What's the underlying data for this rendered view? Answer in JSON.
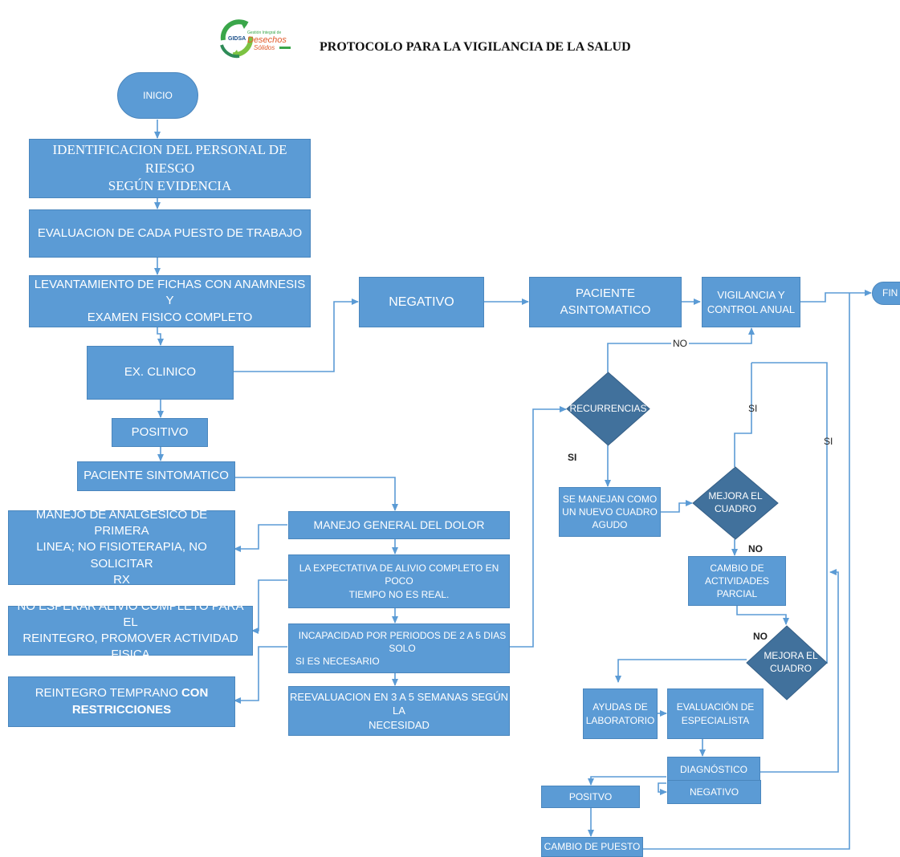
{
  "header": {
    "title": "PROTOCOLO PARA LA VIGILANCIA DE LA SALUD",
    "logo_text": [
      "Gestión Integral de",
      "Desechos",
      "Sólidos",
      "GIDSA"
    ]
  },
  "nodes": {
    "inicio": "INICIO",
    "fin": "FIN",
    "identificacion": [
      "IDENTIFICACION DEL PERSONAL DE RIESGO",
      "SEGÚN EVIDENCIA"
    ],
    "evaluacion_puesto": "EVALUACION DE CADA PUESTO DE TRABAJO",
    "levantamiento": [
      "LEVANTAMIENTO DE FICHAS CON ANAMNESIS Y",
      "EXAMEN FISICO COMPLETO"
    ],
    "ex_clinico": "EX. CLINICO",
    "positivo": "POSITIVO",
    "paciente_sintomatico": "PACIENTE  SINTOMATICO",
    "negativo": "NEGATIVO",
    "paciente_asintomatico": "PACIENTE ASINTOMATICO",
    "vigilancia": [
      "VIGILANCIA Y",
      "CONTROL ANUAL"
    ],
    "manejo_general": "MANEJO GENERAL DEL DOLOR",
    "manejo_analgesico": [
      "MANEJO DE ANALGESICO DE PRIMERA",
      "LINEA; NO FISIOTERAPIA, NO SOLICITAR",
      "RX"
    ],
    "expectativa": [
      "LA EXPECTATIVA DE ALIVIO COMPLETO EN POCO",
      "TIEMPO NO ES REAL."
    ],
    "no_esperar": [
      "NO ESPERAR ALIVIO COMPLETO PARA EL",
      "REINTEGRO, PROMOVER ACTIVIDAD FISICA"
    ],
    "incapacidad": [
      "INCAPACIDAD POR PERIODOS DE 2 A 5 DIAS SOLO",
      "SI ES NECESARIO"
    ],
    "reintegro_normal": "REINTEGRO TEMPRANO ",
    "reintegro_bold1": "CON",
    "reintegro_bold2": "RESTRICCIONES",
    "reevaluacion": [
      "REEVALUACION EN 3 A 5 SEMANAS SEGÚN LA",
      "NECESIDAD"
    ],
    "recurrencias": "RECURRENCIAS",
    "nuevo_cuadro": [
      "SE MANEJAN COMO",
      "UN NUEVO CUADRO",
      "AGUDO"
    ],
    "mejora1": [
      "MEJORA EL",
      "CUADRO"
    ],
    "cambio_actividades": [
      "CAMBIO DE",
      "ACTIVIDADES",
      "PARCIAL"
    ],
    "mejora2": [
      "MEJORA EL",
      "CUADRO"
    ],
    "ayudas": [
      "AYUDAS DE",
      "LABORATORIO"
    ],
    "evaluacion_especialista": [
      "EVALUACIÓN DE",
      "ESPECIALISTA"
    ],
    "diagnostico": "DIAGNÓSTICO",
    "positvo": "POSITVO",
    "negativo2": "NEGATIVO",
    "cambio_puesto": "CAMBIO DE PUESTO"
  },
  "labels": {
    "no_top": "NO",
    "si_1": "SI",
    "si_2": "SI",
    "si_recurrencias": "SI",
    "no_mejora1": "NO",
    "no_mejora2": "NO"
  },
  "colors": {
    "box_fill": "#5b9bd5",
    "diamond_fill": "#41719c",
    "connector": "#5b9bd5"
  }
}
